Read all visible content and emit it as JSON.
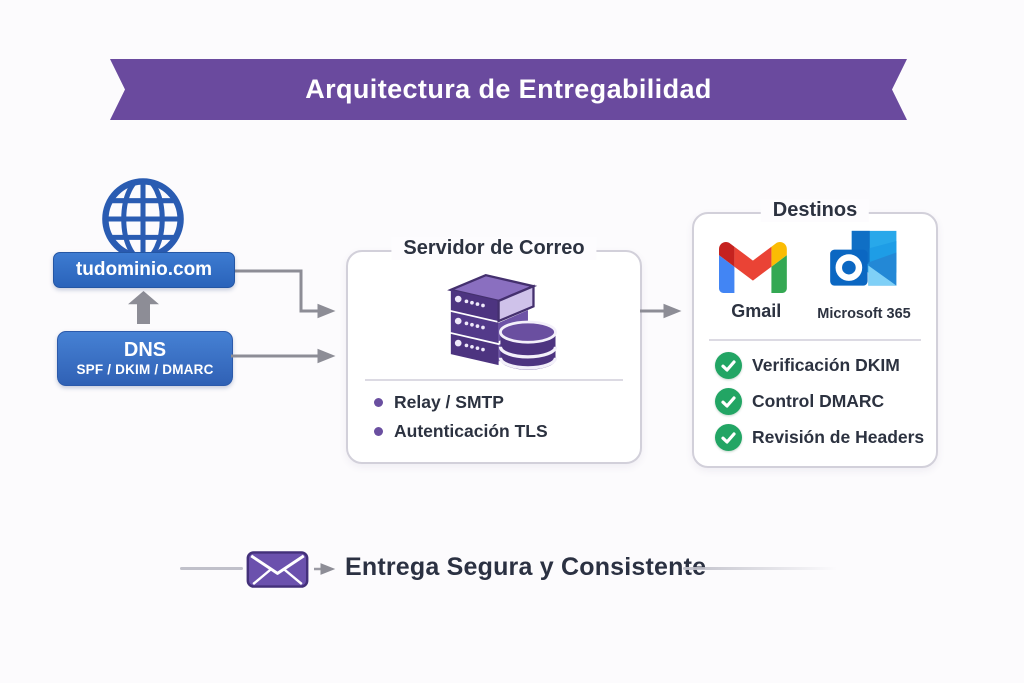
{
  "banner": {
    "title": "Arquitectura de Entregabilidad"
  },
  "source": {
    "domain_label": "tudominio.com",
    "dns_title": "DNS",
    "dns_subtitle": "SPF / DKIM / DMARC"
  },
  "mail_server": {
    "title": "Servidor de Correo",
    "bullets": [
      "Relay / SMTP",
      "Autenticación TLS"
    ]
  },
  "destinations": {
    "title": "Destinos",
    "providers": [
      "Gmail",
      "Microsoft 365"
    ],
    "checks": [
      "Verificación DKIM",
      "Control DMARC",
      "Revisión de Headers"
    ]
  },
  "footer": {
    "label": "Entrega Segura y Consistente"
  },
  "colors": {
    "banner_purple": "#6a4a9e",
    "domain_blue": "#2f6cc3",
    "dns_blue": "#3a72c6",
    "server_purple": "#4d3480",
    "check_green": "#22a564",
    "connector_gray": "#8d8d96",
    "text_dark": "#2c3240"
  },
  "icons": {
    "globe": "globe-icon",
    "server": "mail-server-icon",
    "database": "database-icon",
    "gmail": "gmail-icon",
    "microsoft365": "outlook-icon",
    "check": "check-icon",
    "envelope": "envelope-icon"
  }
}
